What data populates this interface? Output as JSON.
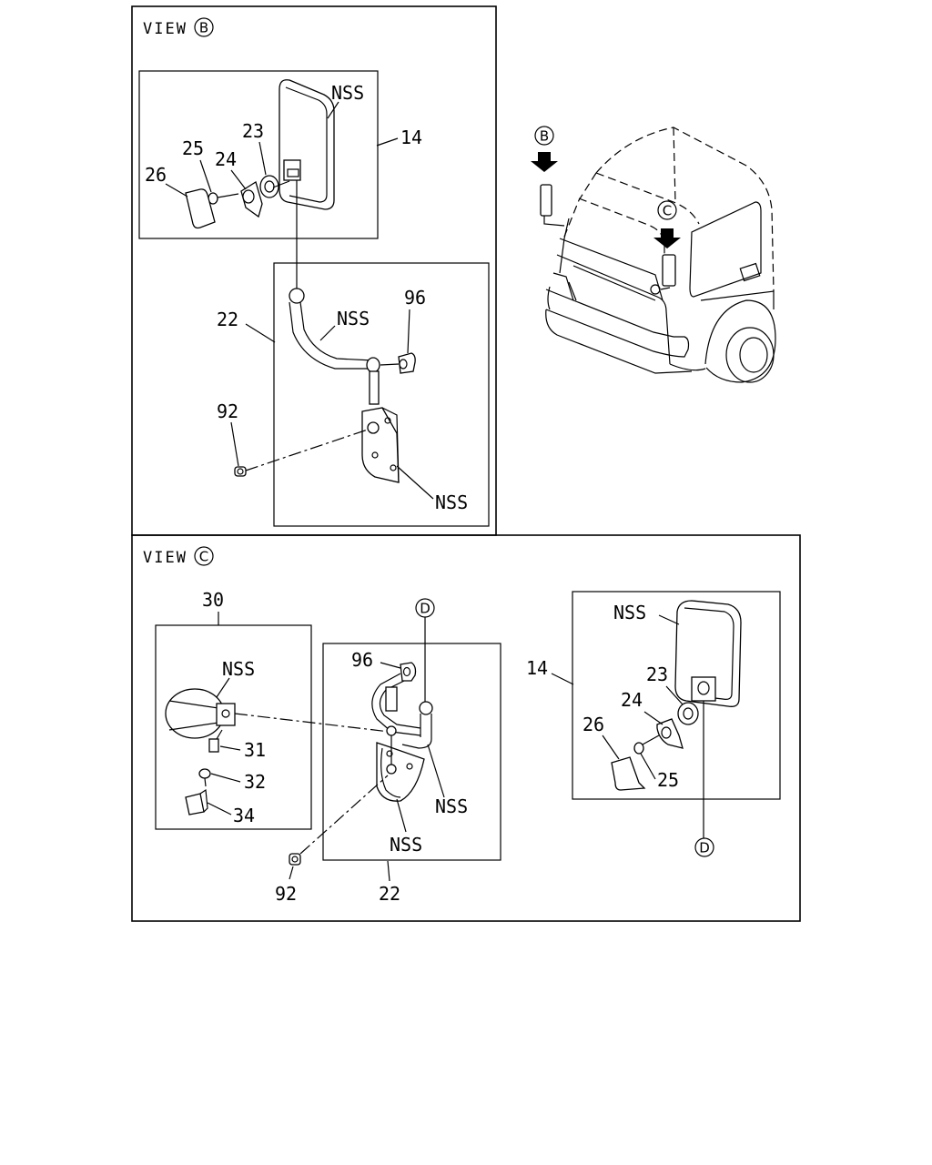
{
  "view_b": {
    "title": "VIEW",
    "marker": "B",
    "labels": {
      "nss_mirror": "NSS",
      "p14": "14",
      "p23": "23",
      "p24": "24",
      "p25": "25",
      "p26": "26",
      "p22": "22",
      "nss_arm": "NSS",
      "p96": "96",
      "p92": "92",
      "nss_bracket": "NSS"
    }
  },
  "view_c": {
    "title": "VIEW",
    "marker": "C",
    "labels": {
      "p30": "30",
      "nss_round": "NSS",
      "p31": "31",
      "p32": "32",
      "p34": "34",
      "p96": "96",
      "p22": "22",
      "p92": "92",
      "nss_arm": "NSS",
      "nss_bracket": "NSS",
      "d_top": "D",
      "p14": "14",
      "nss_mirror": "NSS",
      "p23": "23",
      "p24": "24",
      "p25": "25",
      "p26": "26",
      "d_bottom": "D"
    }
  },
  "truck": {
    "arrow_b": "B",
    "arrow_c": "C"
  }
}
